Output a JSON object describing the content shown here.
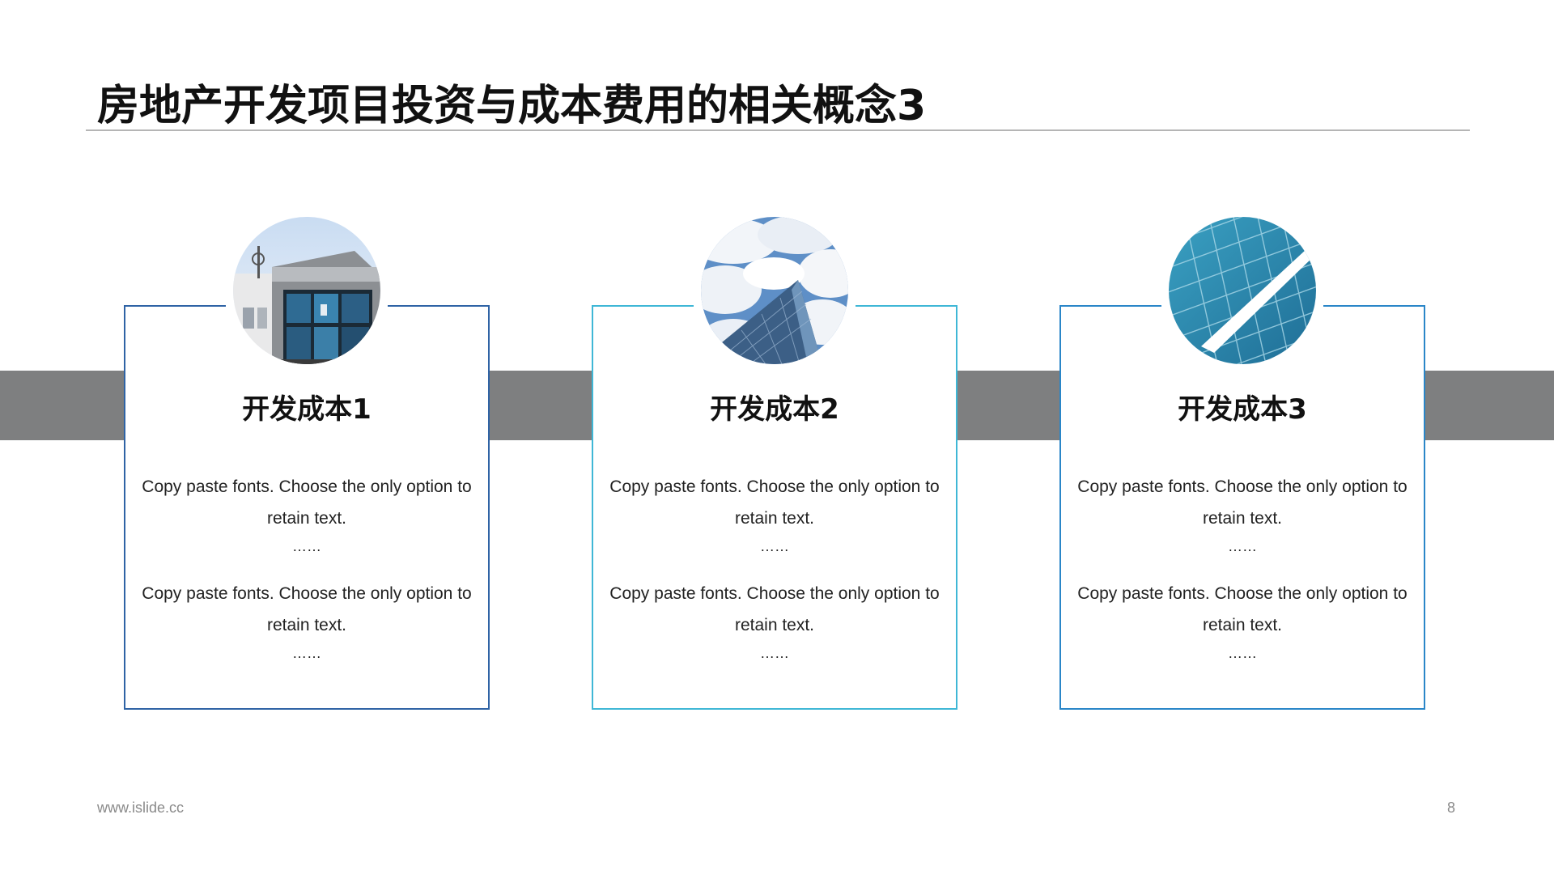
{
  "slide": {
    "title": "房地产开发项目投资与成本费用的相关概念3",
    "footer_url": "www.islide.cc",
    "page_number": "8"
  },
  "colors": {
    "band": "#7e7f80",
    "card1_border": "#2f63a5",
    "card2_border": "#3fb7d6",
    "card3_border": "#2a86c8",
    "rule": "#b5b5b5"
  },
  "cards": [
    {
      "image": "building-photo",
      "title": "开发成本1",
      "para1": "Copy paste fonts. Choose the only option to retain text.",
      "dots1": "……",
      "para2": "Copy paste fonts. Choose the only option to retain text.",
      "dots2": "……"
    },
    {
      "image": "sky-skyscraper-photo",
      "title": "开发成本2",
      "para1": "Copy paste fonts. Choose the only option to retain text.",
      "dots1": "……",
      "para2": "Copy paste fonts. Choose the only option to retain text.",
      "dots2": "……"
    },
    {
      "image": "glass-facade-photo",
      "title": "开发成本3",
      "para1": "Copy paste fonts. Choose the only option to retain text.",
      "dots1": "……",
      "para2": "Copy paste fonts. Choose the only option to retain text.",
      "dots2": "……"
    }
  ]
}
